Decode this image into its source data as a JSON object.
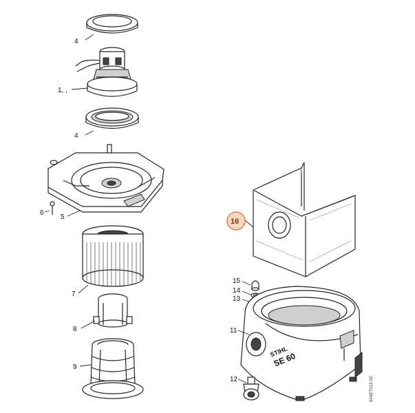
{
  "labels": {
    "l4a": "4",
    "l1": "1, ,",
    "l4b": "4",
    "l6": "6",
    "l5": "5",
    "l7": "7",
    "l8": "8",
    "l9": "9",
    "l16": "16",
    "l15": "15",
    "l14": "14",
    "l13": "13",
    "l11": "11",
    "l12": "12"
  },
  "brand": {
    "name": "STIHL",
    "model": "SE 60"
  },
  "drawing_code": "6A4ET013 SC",
  "colors": {
    "callout_fill": "#f6d7bf",
    "callout_ring": "#d9895a"
  }
}
